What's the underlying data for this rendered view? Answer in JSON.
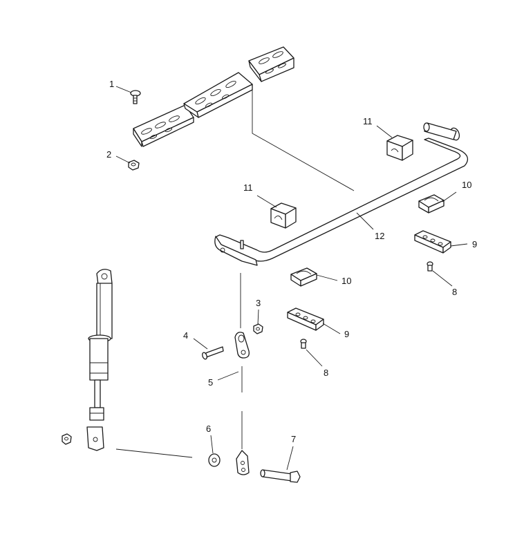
{
  "callouts": {
    "c1": "1",
    "c2": "2",
    "c3": "3",
    "c4": "4",
    "c5": "5",
    "c6": "6",
    "c7": "7",
    "c8a": "8",
    "c8b": "8",
    "c9a": "9",
    "c9b": "9",
    "c10a": "10",
    "c10b": "10",
    "c11a": "11",
    "c11b": "11",
    "c12": "12"
  },
  "colors": {
    "line": "#1a1a1a",
    "background": "#ffffff"
  }
}
